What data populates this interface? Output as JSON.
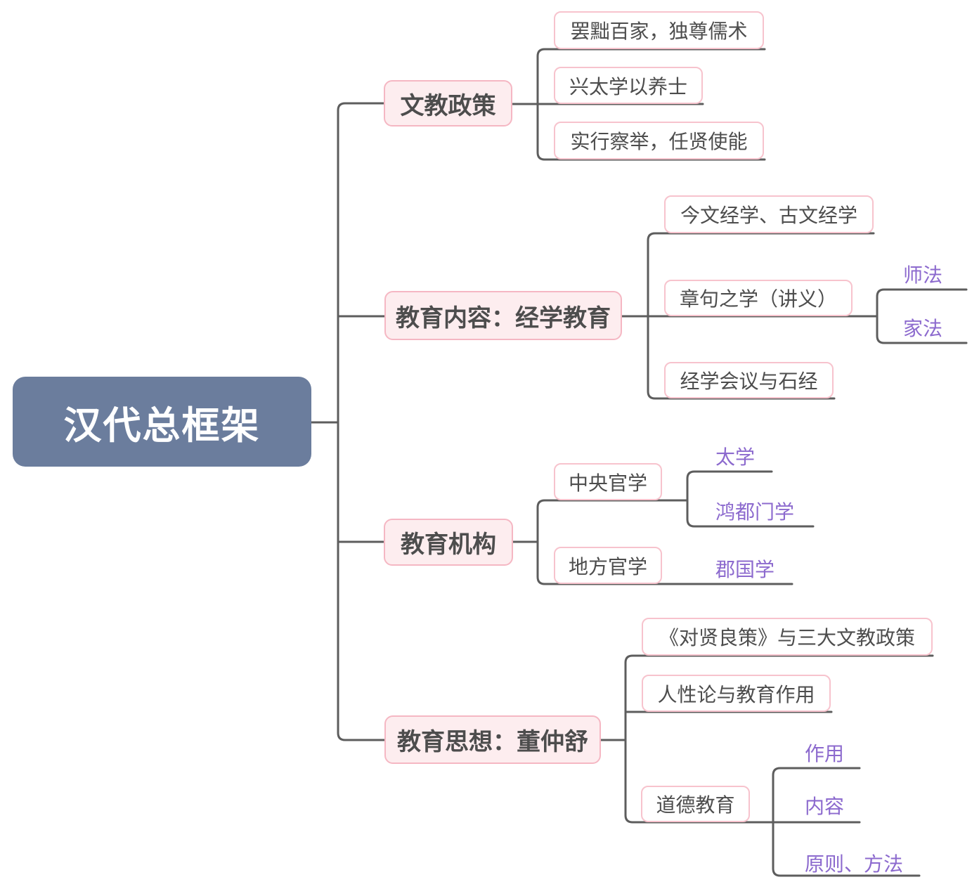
{
  "palette": {
    "root_bg": "#6b7d9d",
    "root_text": "#ffffff",
    "branch_fill": "#fdedef",
    "branch_border": "#f5b7c3",
    "child_fill": "#ffffff",
    "child_border": "#f7c3cd",
    "line_color": "#5d5d5d",
    "dark_text": "#4d4d4d",
    "leaf_text": "#8c6ace"
  },
  "root": {
    "label": "汉代总框架"
  },
  "branches": [
    {
      "label": "文教政策",
      "children": [
        {
          "label": "罢黜百家，独尊儒术"
        },
        {
          "label": "兴太学以养士"
        },
        {
          "label": "实行察举，任贤使能"
        }
      ]
    },
    {
      "label": "教育内容：经学教育",
      "children": [
        {
          "label": "今文经学、古文经学"
        },
        {
          "label": "章句之学（讲义）",
          "children": [
            {
              "label": "师法"
            },
            {
              "label": "家法"
            }
          ]
        },
        {
          "label": "经学会议与石经"
        }
      ]
    },
    {
      "label": "教育机构",
      "children": [
        {
          "label": "中央官学",
          "children": [
            {
              "label": "太学"
            },
            {
              "label": "鸿都门学"
            }
          ]
        },
        {
          "label": "地方官学",
          "children": [
            {
              "label": "郡国学"
            }
          ]
        }
      ]
    },
    {
      "label": "教育思想：董仲舒",
      "children": [
        {
          "label": "《对贤良策》与三大文教政策"
        },
        {
          "label": "人性论与教育作用"
        },
        {
          "label": "道德教育",
          "children": [
            {
              "label": "作用"
            },
            {
              "label": "内容"
            },
            {
              "label": "原则、方法"
            }
          ]
        }
      ]
    }
  ]
}
